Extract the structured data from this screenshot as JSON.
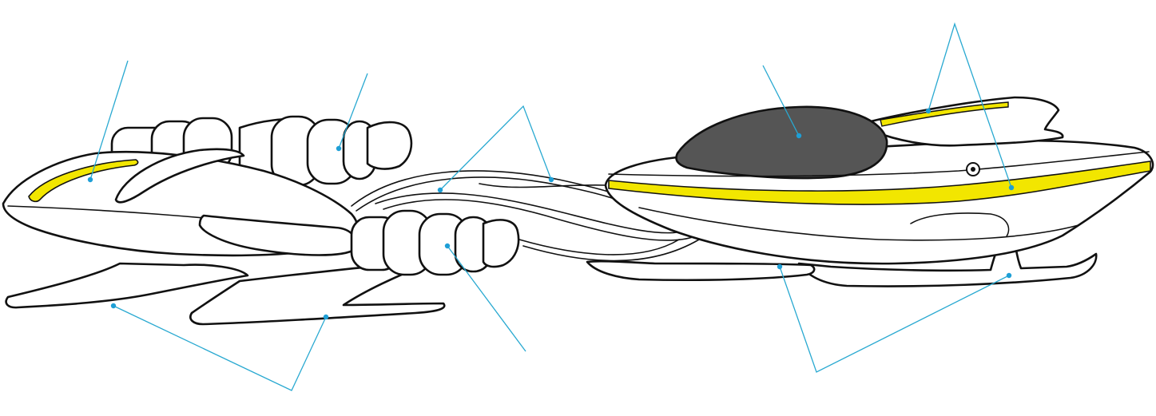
{
  "diagram": {
    "kind": "unlabeled-technical-illustration",
    "subject": "podracer",
    "label_texts": [],
    "callouts": [
      {
        "id": "left-engine-stripe"
      },
      {
        "id": "left-engine-core"
      },
      {
        "id": "control-cables"
      },
      {
        "id": "cockpit-canopy"
      },
      {
        "id": "cockpit-pod-stripe"
      },
      {
        "id": "engine-intake-rings"
      },
      {
        "id": "engine-stabilizer-fins"
      },
      {
        "id": "cockpit-pod-runners"
      }
    ]
  },
  "colors": {
    "outline": "#111111",
    "body_fill": "#ffffff",
    "stripe": "#f2e600",
    "canopy": "#555555",
    "leader_line": "#29a9d1",
    "leader_dot": "#1e9fd6"
  }
}
